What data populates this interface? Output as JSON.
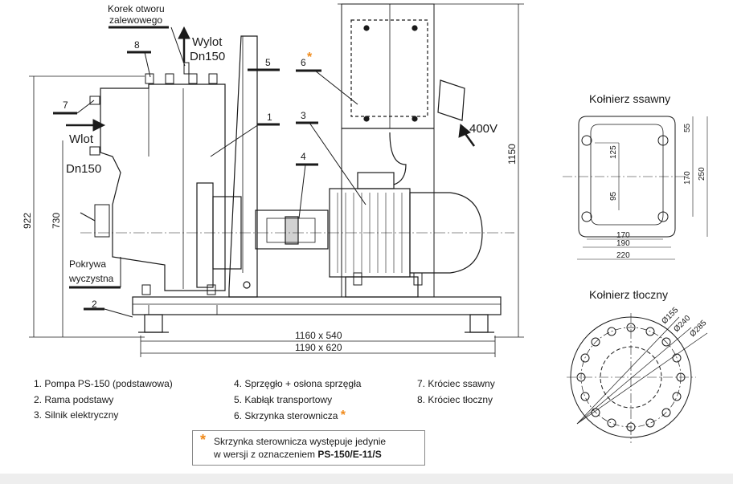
{
  "callouts": {
    "korek_line1": "Korek otworu",
    "korek_line2": "zalewowego",
    "wylot_line1": "Wylot",
    "wylot_line2": "Dn150",
    "wlot_line1": "Wlot",
    "wlot_line2": "Dn150",
    "pokrywa_line1": "Pokrywa",
    "pokrywa_line2": "wyczystna",
    "voltage": "400V",
    "n1": "1",
    "n2": "2",
    "n3": "3",
    "n4": "4",
    "n5": "5",
    "n6": "6",
    "n7": "7",
    "n8": "8"
  },
  "dimensions": {
    "height_total": "922",
    "height_axis": "730",
    "height_box": "1150",
    "base_inner": "1160 x 540",
    "base_outer": "1190 x 620"
  },
  "flange_suction": {
    "title": "Kołnierz ssawny",
    "d125": "125",
    "d95": "95",
    "d55": "55",
    "d170v": "170",
    "d250": "250",
    "d170h": "170",
    "d190": "190",
    "d220": "220"
  },
  "flange_discharge": {
    "title": "Kołnierz tłoczny",
    "d155": "Ø155",
    "d240": "Ø240",
    "d285": "Ø285"
  },
  "legend": {
    "col1": [
      "1. Pompa PS-150 (podstawowa)",
      "2. Rama podstawy",
      "3. Silnik  elektryczny"
    ],
    "col2": [
      "4. Sprzęgło + osłona sprzęgła",
      "5. Kabłąk transportowy",
      "6. Skrzynka sterownicza"
    ],
    "col3": [
      "7. Króciec ssawny",
      "8. Króciec tłoczny"
    ]
  },
  "note": {
    "line1": "Skrzynka sterownicza występuje jedynie",
    "line2_prefix": "w wersji z oznaczeniem ",
    "line2_bold": "PS-150/E-11/S"
  },
  "colors": {
    "accent": "#f08a1a",
    "line": "#1a1a1a"
  }
}
